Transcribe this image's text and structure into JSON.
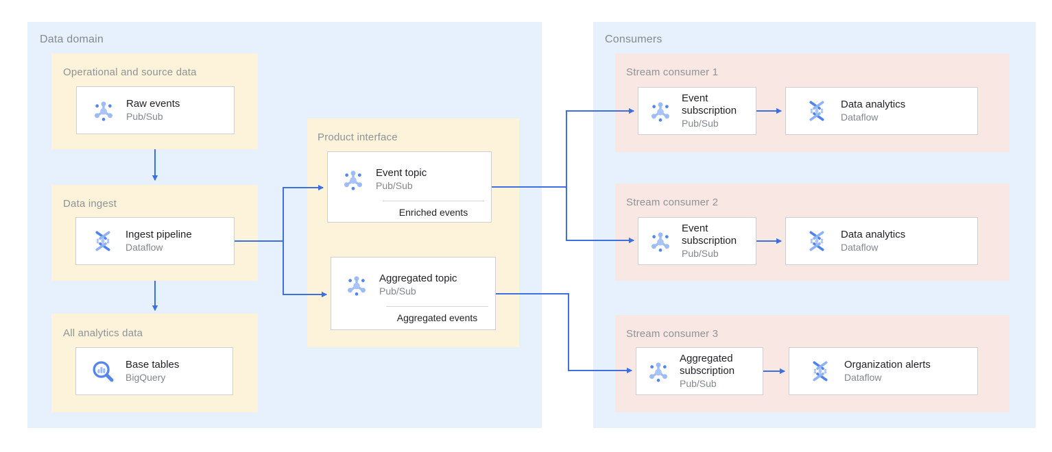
{
  "colors": {
    "arrow": "#3D6FE0",
    "domain_background": "#E7F0FD",
    "yellow_group_background": "#FCF3DA",
    "pink_group_background": "#F9E7E3",
    "card_border": "#CDCFD3",
    "icon_blue_light": "#9DBCF6",
    "icon_blue_dark": "#5586EE"
  },
  "containers": {
    "data_domain": {
      "label": "Data domain"
    },
    "consumers": {
      "label": "Consumers"
    }
  },
  "groups": {
    "operational": {
      "label": "Operational and source data"
    },
    "data_ingest": {
      "label": "Data ingest"
    },
    "all_analytics": {
      "label": "All analytics data"
    },
    "product_interface": {
      "label": "Product interface"
    },
    "stream_consumer_1": {
      "label": "Stream consumer 1"
    },
    "stream_consumer_2": {
      "label": "Stream consumer 2"
    },
    "stream_consumer_3": {
      "label": "Stream consumer 3"
    }
  },
  "cards": {
    "raw_events": {
      "title": "Raw events",
      "product": "Pub/Sub",
      "icon": "pubsub-icon"
    },
    "ingest_pipeline": {
      "title": "Ingest pipeline",
      "product": "Dataflow",
      "icon": "dataflow-icon"
    },
    "base_tables": {
      "title": "Base tables",
      "product": "BigQuery",
      "icon": "bigquery-icon"
    },
    "event_topic": {
      "title": "Event topic",
      "product": "Pub/Sub",
      "note": "Enriched events",
      "icon": "pubsub-icon"
    },
    "aggregated_topic": {
      "title": "Aggregated topic",
      "product": "Pub/Sub",
      "note": "Aggregated events",
      "icon": "pubsub-icon"
    },
    "event_subscription_1": {
      "title": "Event subscription",
      "product": "Pub/Sub",
      "icon": "pubsub-icon"
    },
    "data_analytics_1": {
      "title": "Data analytics",
      "product": "Dataflow",
      "icon": "dataflow-icon"
    },
    "event_subscription_2": {
      "title": "Event subscription",
      "product": "Pub/Sub",
      "icon": "pubsub-icon"
    },
    "data_analytics_2": {
      "title": "Data analytics",
      "product": "Dataflow",
      "icon": "dataflow-icon"
    },
    "aggregated_subscription": {
      "title": "Aggregated subscription",
      "product": "Pub/Sub",
      "icon": "pubsub-icon"
    },
    "organization_alerts": {
      "title": "Organization alerts",
      "product": "Dataflow",
      "icon": "dataflow-icon"
    }
  }
}
